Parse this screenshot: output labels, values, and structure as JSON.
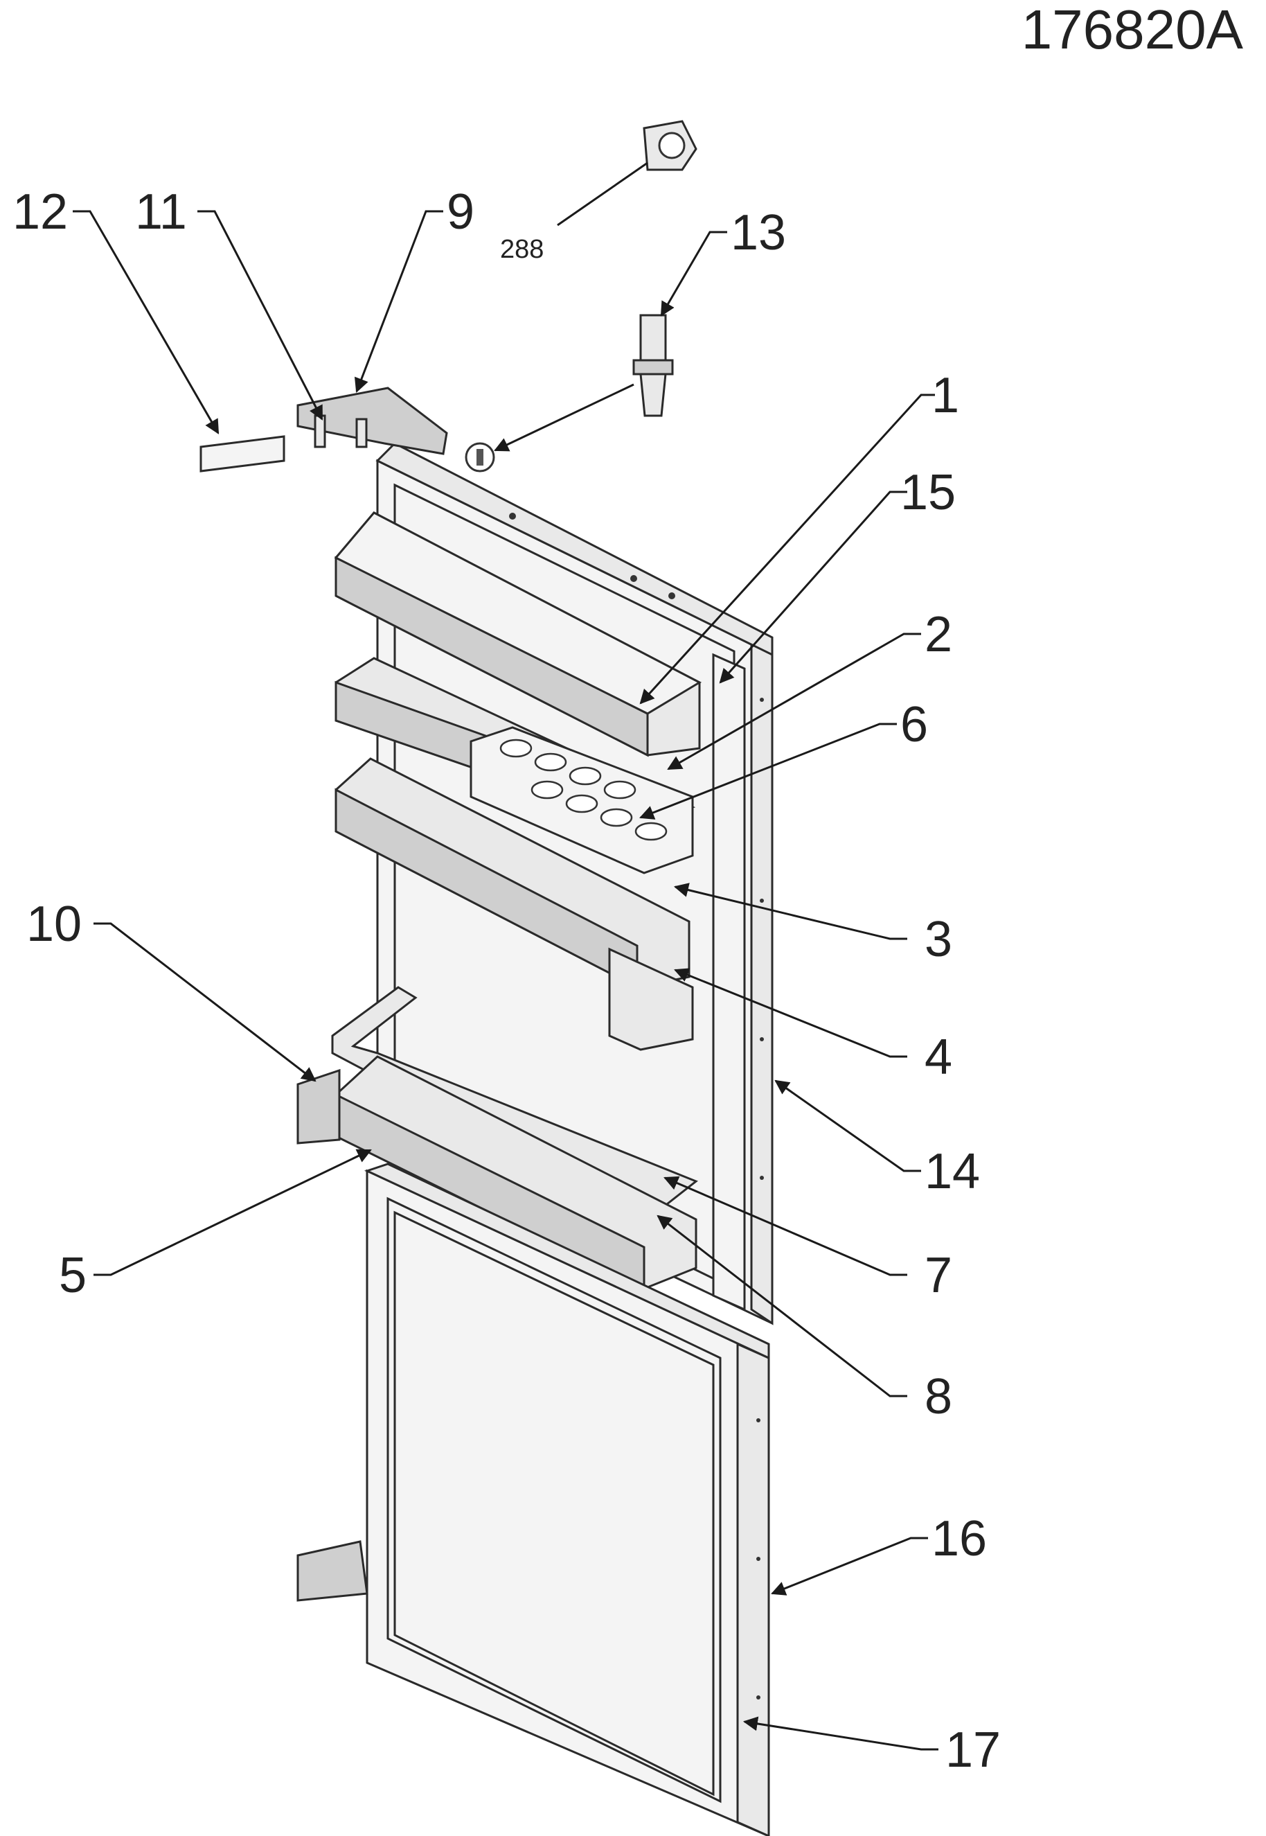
{
  "drawing_id": "176820A",
  "accessory_ref": "288",
  "callouts": [
    "1",
    "2",
    "3",
    "4",
    "5",
    "6",
    "7",
    "8",
    "9",
    "10",
    "11",
    "12",
    "13",
    "14",
    "15",
    "16",
    "17"
  ]
}
